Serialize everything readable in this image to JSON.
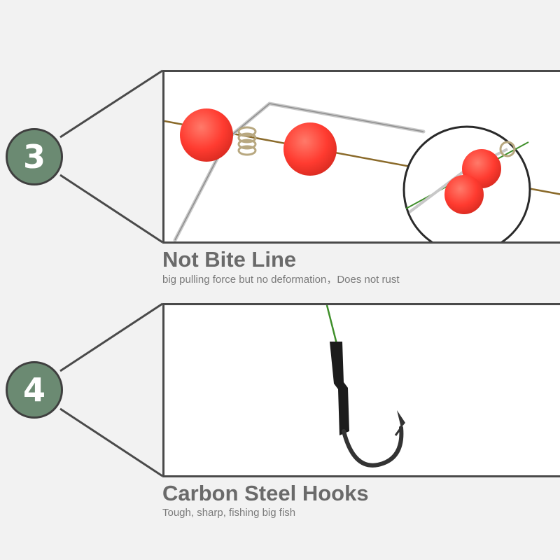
{
  "features": [
    {
      "number": "3",
      "title": "Not Bite Line",
      "description": "big pulling force but no deformation，Does not rust"
    },
    {
      "number": "4",
      "title": "Carbon Steel Hooks",
      "description": "Tough, sharp, fishing big fish"
    }
  ],
  "colors": {
    "badge": "#6b8a72",
    "bead": "#ff3b30",
    "wire": "#c8c8c8",
    "line": "#8a6a2a",
    "green_line": "#3f8f2a",
    "sleeve": "#1c1c1c",
    "hook": "#333333"
  }
}
